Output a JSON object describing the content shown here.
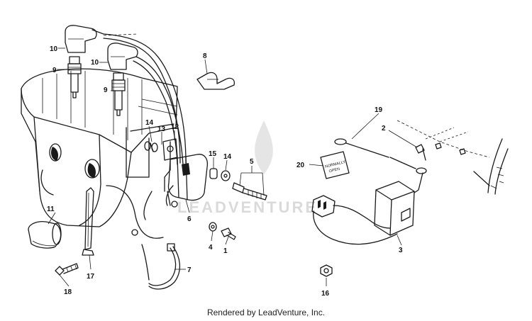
{
  "callouts": {
    "c1": "1",
    "c2": "2",
    "c3": "3",
    "c4": "4",
    "c5": "5",
    "c6": "6",
    "c7": "7",
    "c8": "8",
    "c9a": "9",
    "c9b": "9",
    "c10a": "10",
    "c10b": "10",
    "c11": "11",
    "c12": "12",
    "c13": "13",
    "c14a": "14",
    "c14b": "14",
    "c15": "15",
    "c16": "16",
    "c17": "17",
    "c18": "18",
    "c19": "19",
    "c20": "20"
  },
  "decal": {
    "line1": "NORMALLY",
    "line2": "OPEN"
  },
  "watermark": {
    "text": "LEADVENTURE",
    "logo": "flame-logo"
  },
  "footer": {
    "text": "Rendered by LeadVenture, Inc."
  },
  "colors": {
    "ink": "#1a1a1a",
    "watermark": "#bdbdbd",
    "background": "#ffffff"
  }
}
